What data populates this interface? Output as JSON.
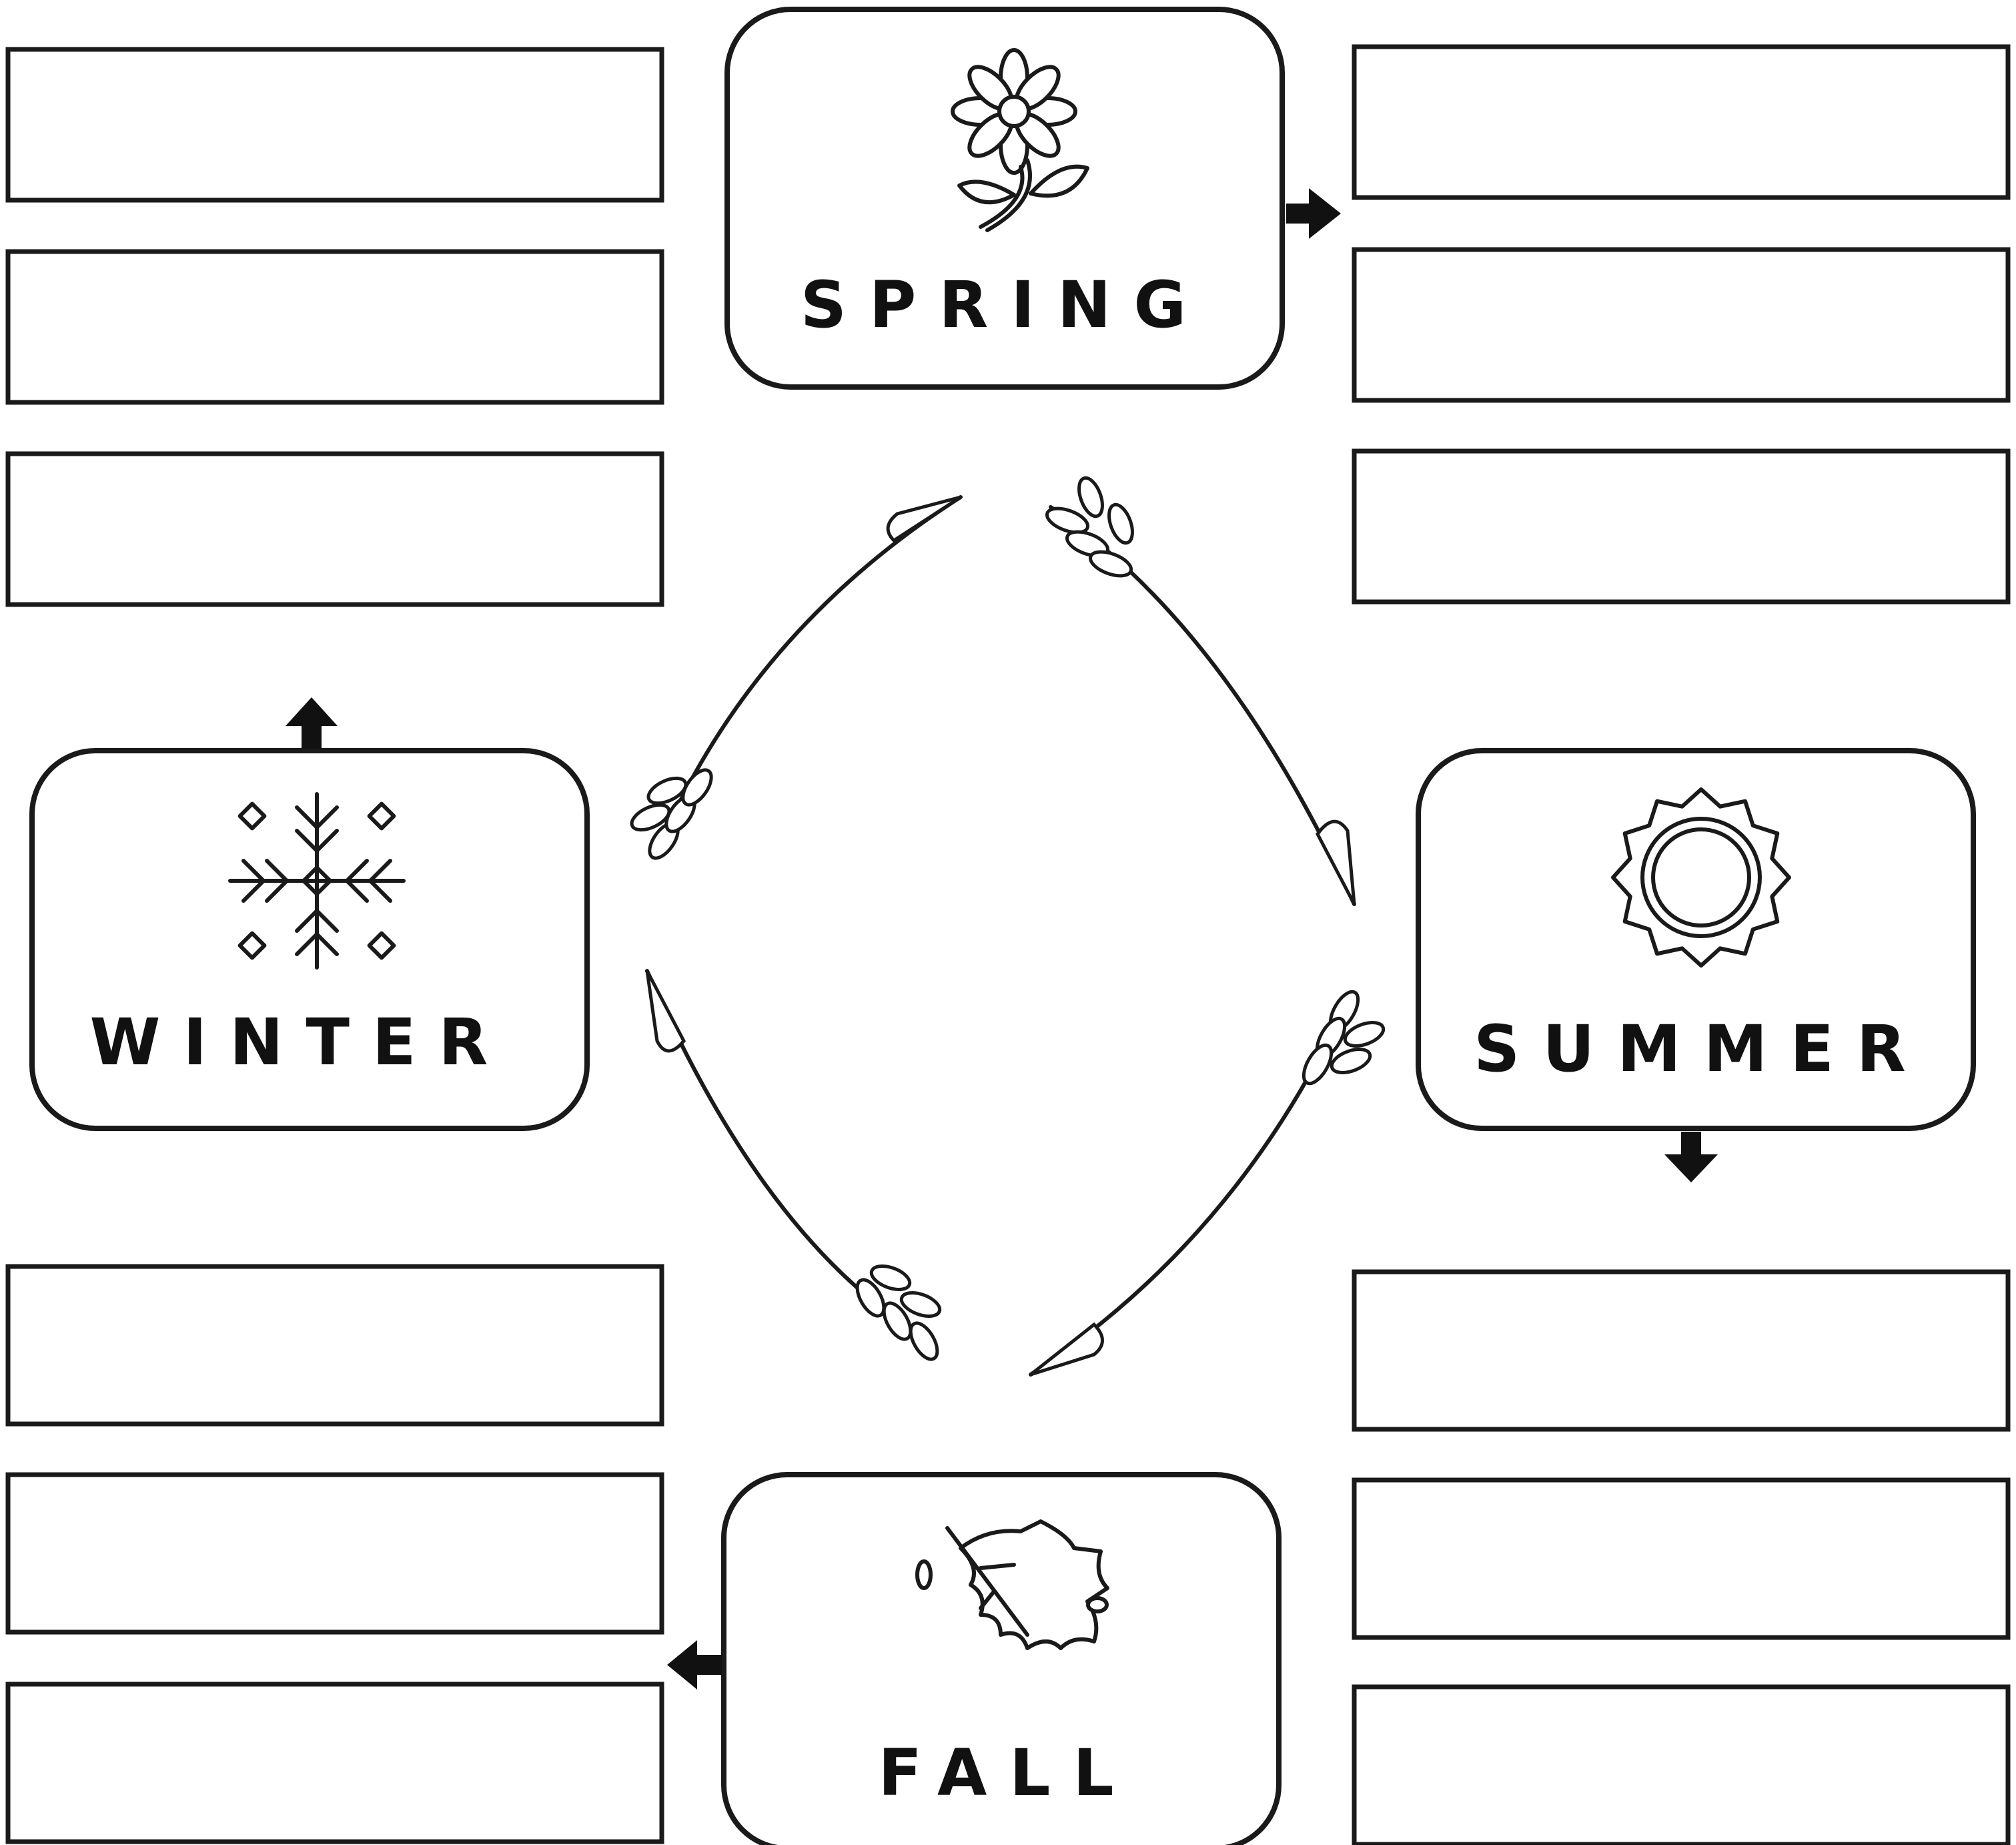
{
  "seasons": {
    "spring": {
      "label": "SPRING",
      "icon": "flower-icon"
    },
    "summer": {
      "label": "SUMMER",
      "icon": "sun-icon"
    },
    "fall": {
      "label": "FALL",
      "icon": "leaf-icon"
    },
    "winter": {
      "label": "WINTER",
      "icon": "snowflake-icon"
    }
  },
  "answer_boxes": {
    "spring": [
      "",
      "",
      ""
    ],
    "summer": [
      "",
      "",
      ""
    ],
    "fall": [
      "",
      "",
      ""
    ],
    "winter": [
      "",
      "",
      ""
    ]
  },
  "cycle_order": [
    "spring",
    "summer",
    "fall",
    "winter"
  ],
  "colors": {
    "ink": "#111111",
    "background": "#ffffff"
  }
}
